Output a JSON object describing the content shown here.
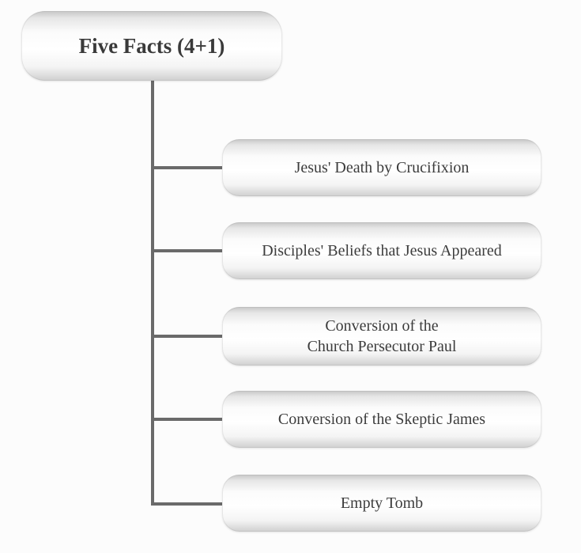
{
  "root": {
    "label": "Five Facts (4+1)"
  },
  "facts": [
    {
      "label": "Jesus' Death by Crucifixion"
    },
    {
      "label": "Disciples' Beliefs that Jesus Appeared"
    },
    {
      "label": "Conversion of the\nChurch Persecutor Paul"
    },
    {
      "label": "Conversion of the Skeptic James"
    },
    {
      "label": "Empty Tomb"
    }
  ]
}
